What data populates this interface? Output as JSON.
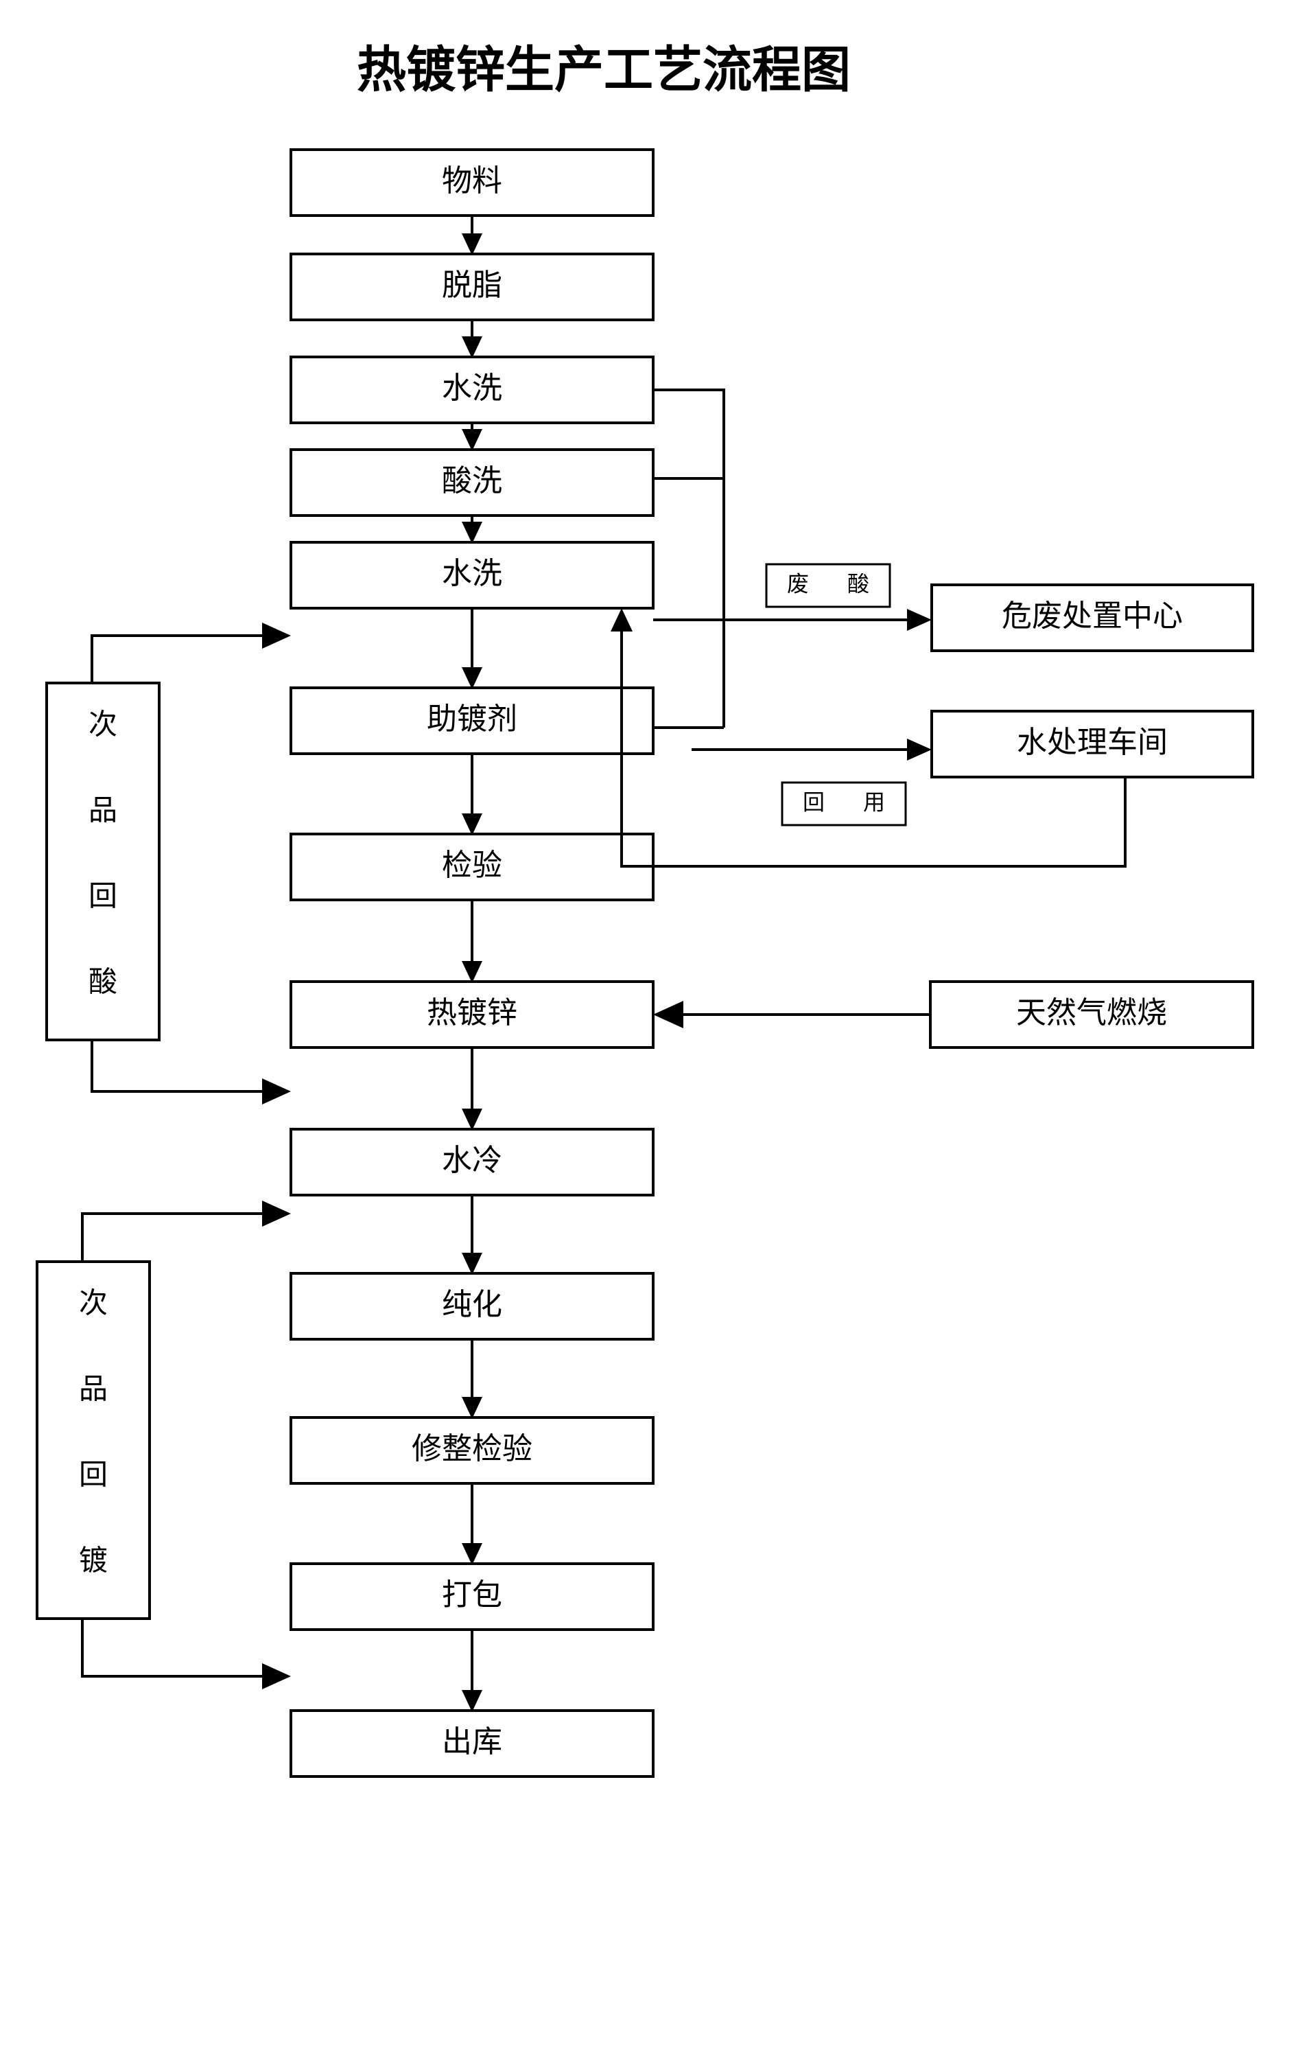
{
  "title": "热镀锌生产工艺流程图",
  "colors": {
    "background": "#ffffff",
    "stroke": "#000000",
    "text": "#000000",
    "box_fill": "#ffffff"
  },
  "main_flow": {
    "steps": [
      {
        "id": "material",
        "label": "物料"
      },
      {
        "id": "degrease",
        "label": "脱脂"
      },
      {
        "id": "rinse1",
        "label": "水洗"
      },
      {
        "id": "pickling",
        "label": "酸洗"
      },
      {
        "id": "rinse2",
        "label": "水洗"
      },
      {
        "id": "flux",
        "label": "助镀剂"
      },
      {
        "id": "inspect1",
        "label": "检验"
      },
      {
        "id": "galvanize",
        "label": "热镀锌"
      },
      {
        "id": "water-cool",
        "label": "水冷"
      },
      {
        "id": "passivate",
        "label": "纯化"
      },
      {
        "id": "trim-inspect",
        "label": "修整检验"
      },
      {
        "id": "packing",
        "label": "打包"
      },
      {
        "id": "outbound",
        "label": "出库"
      }
    ]
  },
  "side_nodes": {
    "right": [
      {
        "id": "hazwaste-center",
        "label": "危废处置中心"
      },
      {
        "id": "water-treatment",
        "label": "水处理车间"
      },
      {
        "id": "natural-gas",
        "label": "天然气燃烧"
      }
    ],
    "left": [
      {
        "id": "reject-reacid",
        "label": "次品回酸",
        "chars": [
          "次",
          "品",
          "回",
          "酸"
        ]
      },
      {
        "id": "reject-replate",
        "label": "次品回镀",
        "chars": [
          "次",
          "品",
          "回",
          "镀"
        ]
      }
    ]
  },
  "edge_tags": [
    {
      "id": "waste-acid",
      "label": "废　酸"
    },
    {
      "id": "reuse",
      "label": "回　用"
    }
  ],
  "connections": [
    {
      "from": "material",
      "to": "degrease",
      "kind": "down-arrow"
    },
    {
      "from": "degrease",
      "to": "rinse1",
      "kind": "down-arrow"
    },
    {
      "from": "rinse1",
      "to": "pickling",
      "kind": "down-arrow"
    },
    {
      "from": "pickling",
      "to": "rinse2",
      "kind": "down-arrow"
    },
    {
      "from": "rinse2",
      "to": "flux",
      "kind": "down-arrow"
    },
    {
      "from": "flux",
      "to": "inspect1",
      "kind": "down-arrow"
    },
    {
      "from": "inspect1",
      "to": "galvanize",
      "kind": "down-arrow"
    },
    {
      "from": "galvanize",
      "to": "water-cool",
      "kind": "down-arrow"
    },
    {
      "from": "water-cool",
      "to": "passivate",
      "kind": "down-arrow"
    },
    {
      "from": "passivate",
      "to": "trim-inspect",
      "kind": "down-arrow"
    },
    {
      "from": "trim-inspect",
      "to": "packing",
      "kind": "down-arrow"
    },
    {
      "from": "packing",
      "to": "outbound",
      "kind": "down-arrow"
    },
    {
      "from": "pickling",
      "to": "hazwaste-center",
      "kind": "right-arrow",
      "tag": "废　酸"
    },
    {
      "from": "rinse1",
      "to": "water-treatment",
      "kind": "bus-right-arrow"
    },
    {
      "from": "rinse2",
      "to": "water-treatment",
      "kind": "bus-right-arrow"
    },
    {
      "from": "water-treatment",
      "to": "rinse2",
      "kind": "return-arrow",
      "tag": "回　用"
    },
    {
      "from": "natural-gas",
      "to": "galvanize",
      "kind": "left-arrow"
    },
    {
      "from": "reject-reacid",
      "to": "pickling",
      "kind": "elbow-right-arrow"
    },
    {
      "from": "reject-reacid",
      "to": "inspect1",
      "kind": "elbow-right-arrow"
    },
    {
      "from": "reject-replate",
      "to": "galvanize",
      "kind": "elbow-right-arrow"
    },
    {
      "from": "reject-replate",
      "to": "trim-inspect",
      "kind": "elbow-right-arrow"
    }
  ]
}
